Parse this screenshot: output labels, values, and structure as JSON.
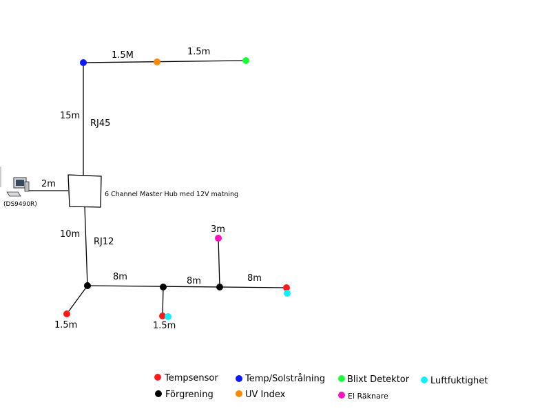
{
  "labels": {
    "top_seg1": "1.5M",
    "top_seg2": "1.5m",
    "vertical_top_len": "15m",
    "vertical_top_cable": "RJ45",
    "computer_len": "2m",
    "computer_label": "(DS9490R)",
    "hub_label": "6 Channel Master Hub med 12V matning",
    "vertical_bottom_len": "10m",
    "vertical_bottom_cable": "RJ12",
    "bottom_seg1": "8m",
    "bottom_seg2": "8m",
    "bottom_seg3": "8m",
    "branch_up_len": "3m",
    "branch_left_len": "1.5m",
    "branch_down_len": "1.5m"
  },
  "legend": [
    {
      "label": "Tempsensor",
      "color": "#ff1a1a"
    },
    {
      "label": "Förgrening",
      "color": "#000000"
    },
    {
      "label": "Temp/Solstrålning",
      "color": "#0a1aff"
    },
    {
      "label": "UV Index",
      "color": "#ff8800"
    },
    {
      "label": "Blixt Detektor",
      "color": "#1aff3a"
    },
    {
      "label": "El Räknare",
      "color": "#ff10c0"
    },
    {
      "label": "Luftfuktighet",
      "color": "#10f0ff"
    }
  ]
}
